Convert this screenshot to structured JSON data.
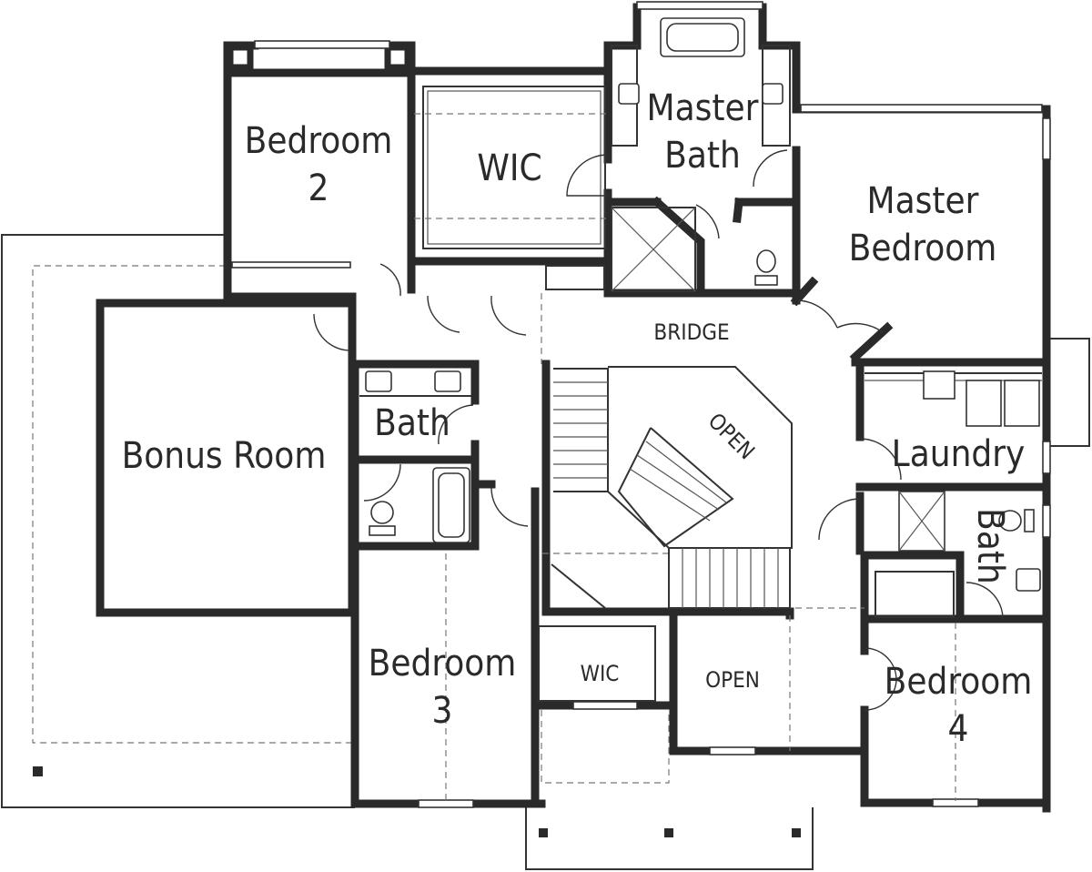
{
  "rooms": {
    "bedroom2": [
      "Bedroom",
      "2"
    ],
    "wic_upper": "WIC",
    "master_bath": [
      "Master",
      "Bath"
    ],
    "master_bedroom": [
      "Master",
      "Bedroom"
    ],
    "bridge": "BRIDGE",
    "open_stair": "OPEN",
    "bonus_room": "Bonus Room",
    "bath_hall": "Bath",
    "laundry": "Laundry",
    "bath_side": "Bath",
    "bedroom3": [
      "Bedroom",
      "3"
    ],
    "wic_lower": "WIC",
    "open_lower": "OPEN",
    "bedroom4": [
      "Bedroom",
      "4"
    ]
  }
}
